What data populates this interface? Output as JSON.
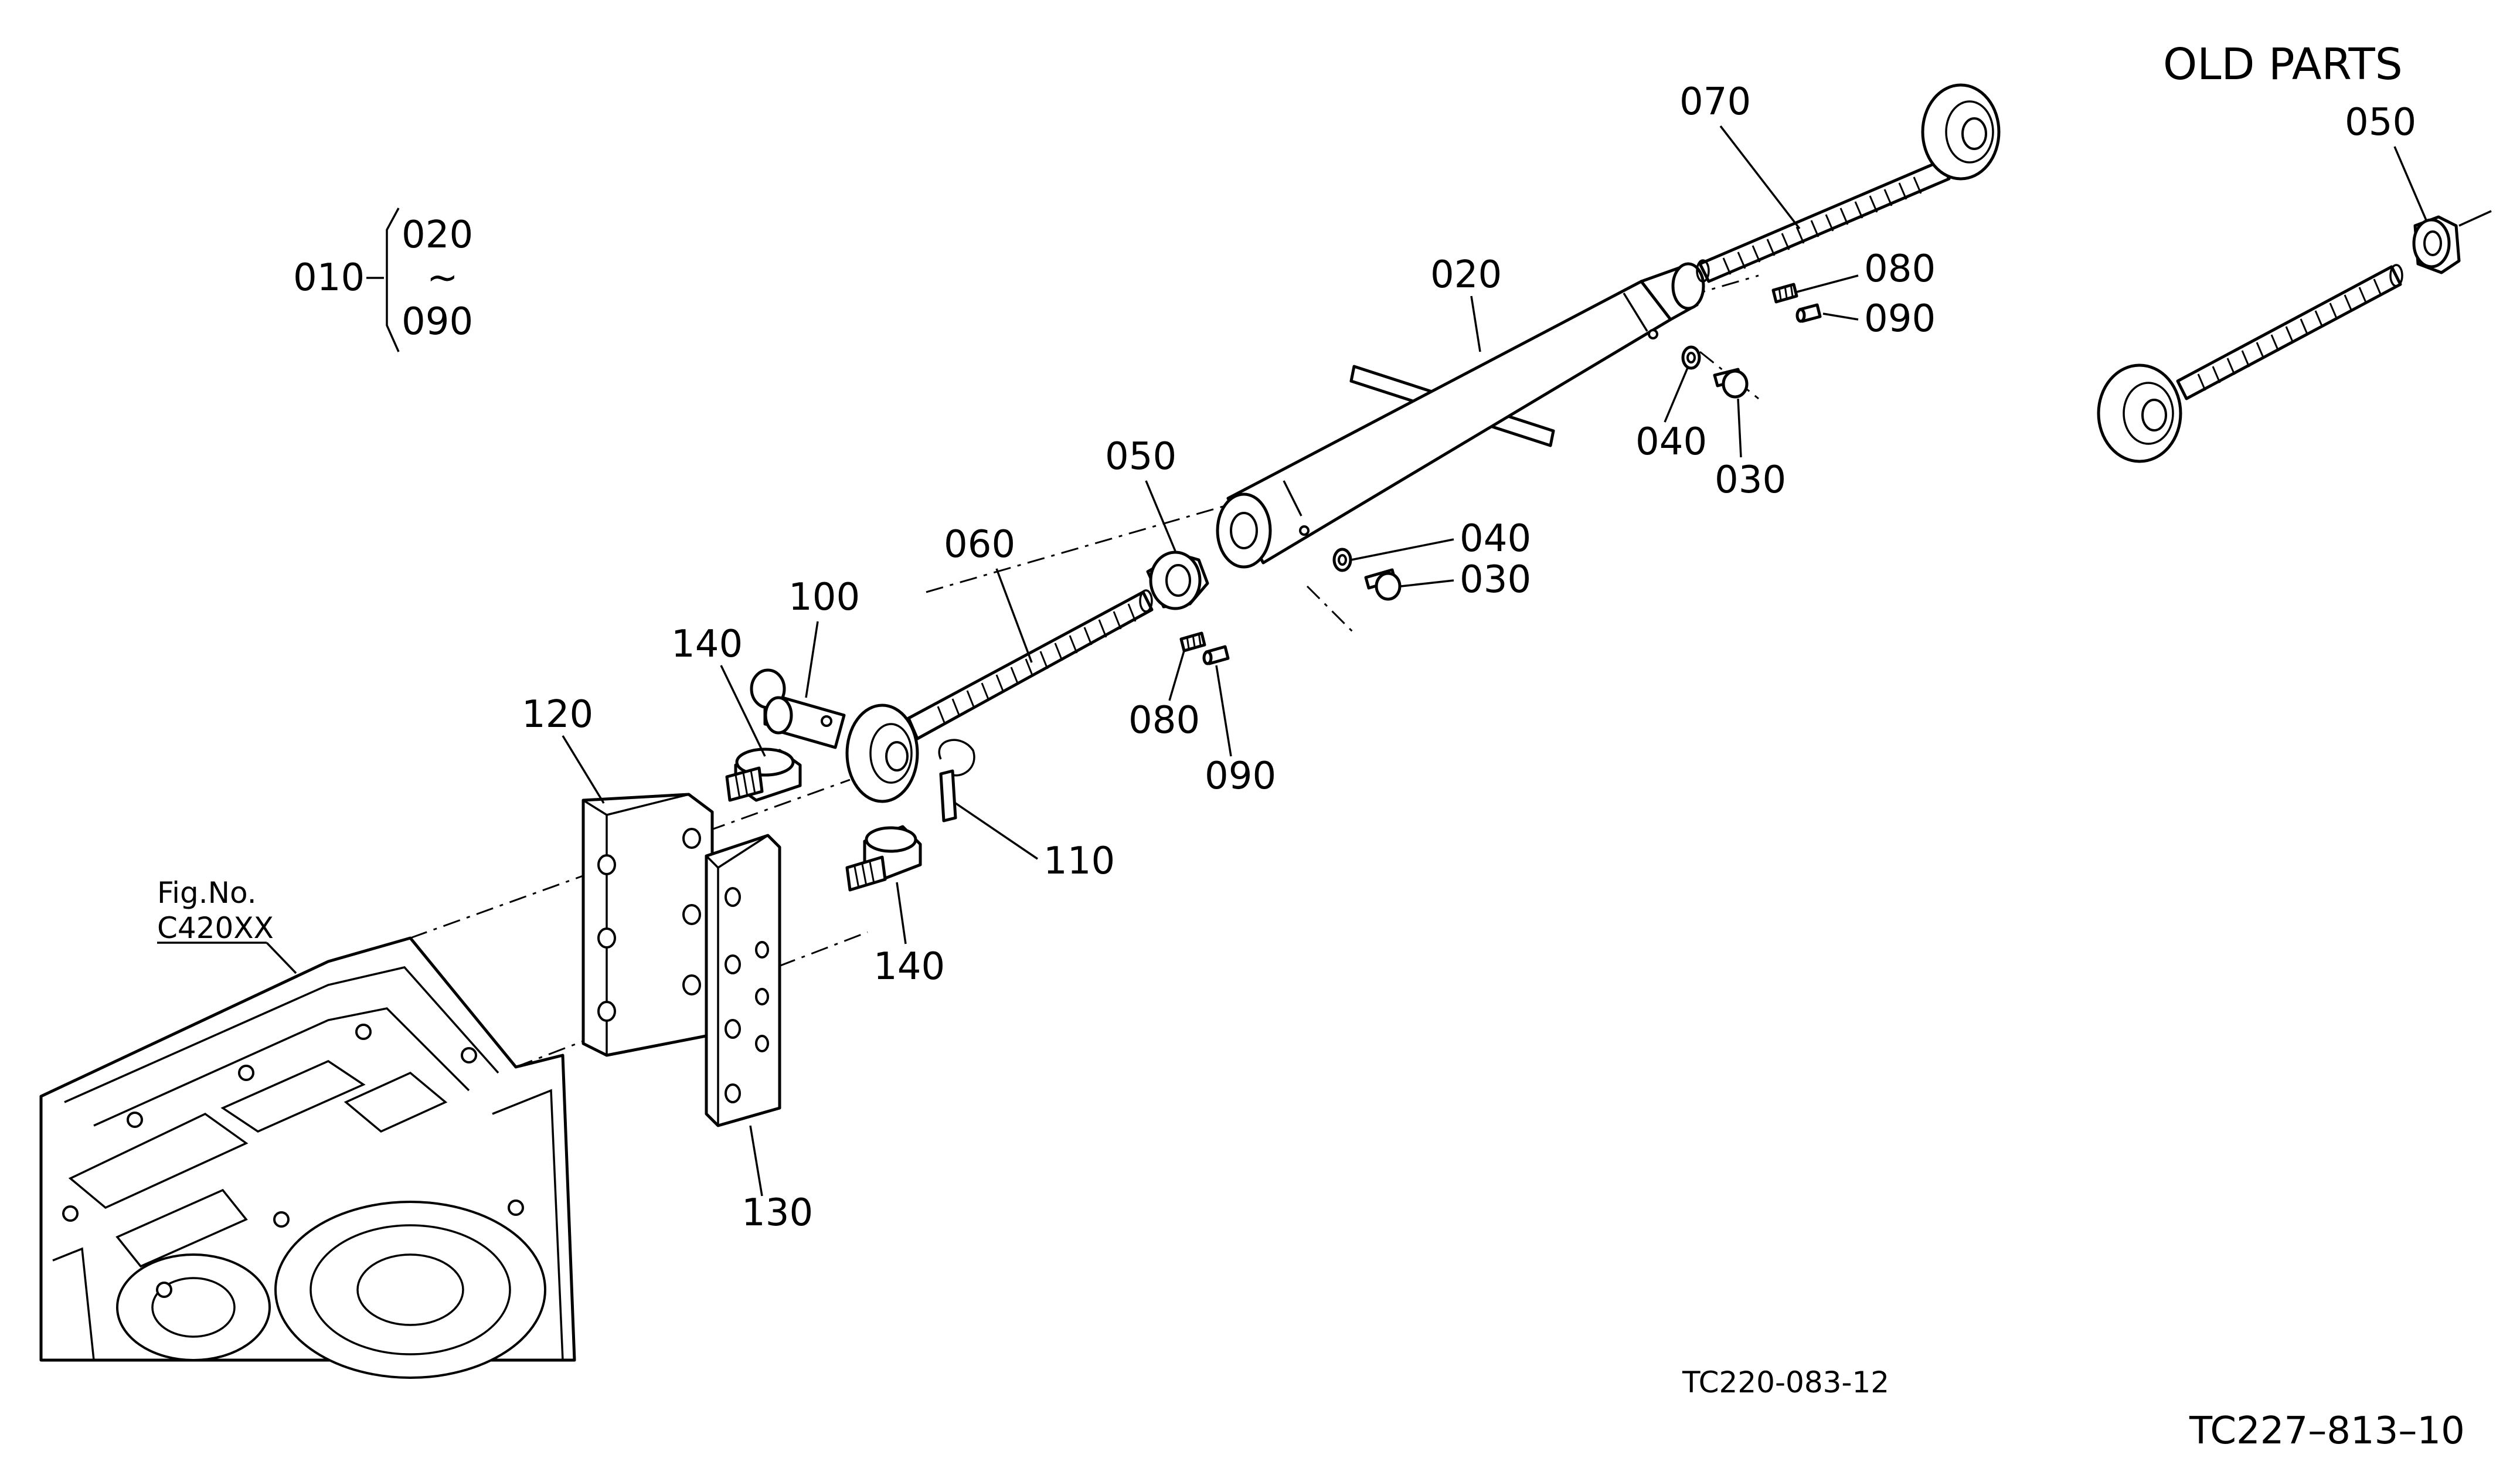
{
  "header": {
    "old_parts_title": "OLD PARTS"
  },
  "assembly_group": {
    "parent_ref": "010",
    "range_start": "020",
    "range_tilde": "~",
    "range_end": "090"
  },
  "callouts": {
    "turnbuckle_body": "020",
    "screw_right": "030",
    "screw_left": "030",
    "washer_right": "040",
    "washer_left": "040",
    "nut": "050",
    "old_nut": "050",
    "rod_left": "060",
    "rod_right": "070",
    "setscrew_right": "080",
    "setscrew_left": "080",
    "pin_right": "090",
    "pin_left": "090",
    "clevis_pin": "100",
    "lynch_pin": "110",
    "bracket_a": "120",
    "bracket_b": "130",
    "bolt_top": "140",
    "bolt_bottom": "140"
  },
  "figure_reference": {
    "label": "Fig.No.",
    "number": "C420XX"
  },
  "codes": {
    "drawing_code": "TC220-083-12",
    "page_code": "TC227–813–10"
  }
}
